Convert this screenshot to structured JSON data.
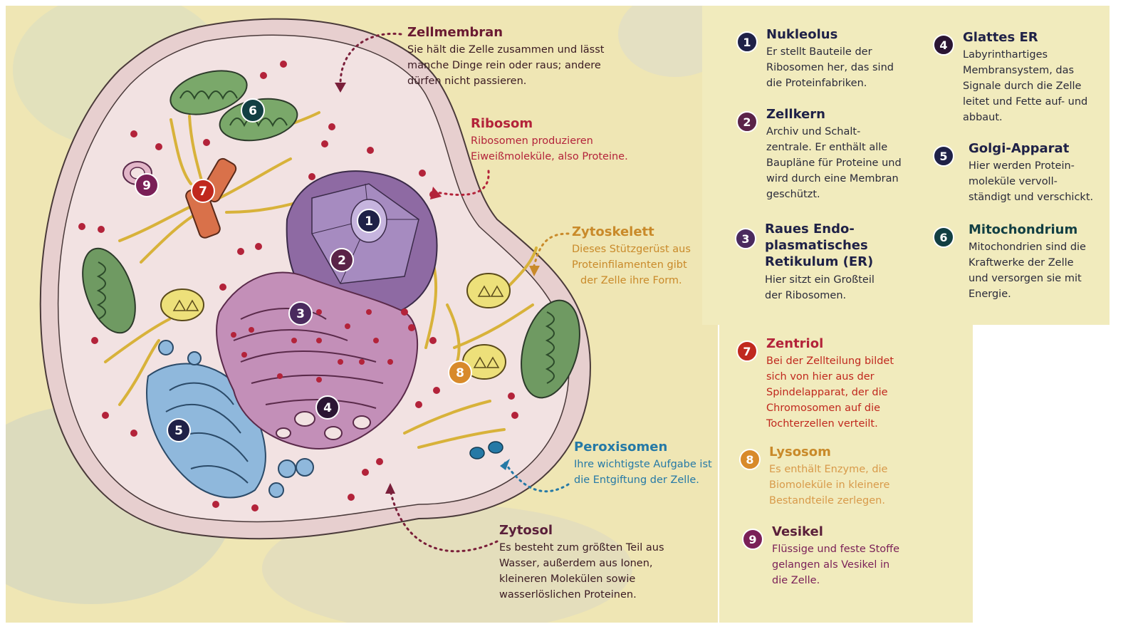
{
  "callouts": {
    "zellmembran": {
      "title": "Zellmembran",
      "text": [
        "Sie hält die Zelle zusammen und lässt",
        "manche Dinge rein oder raus; andere",
        "dürfen nicht passieren."
      ]
    },
    "ribosom": {
      "title": "Ribosom",
      "text": [
        "Ribosomen produzieren",
        "Eiweißmoleküle, also Proteine."
      ]
    },
    "zytoskelett": {
      "title": "Zytoskelett",
      "text": [
        "Dieses Stützgerüst aus",
        "Proteinfilamenten gibt",
        "der Zelle ihre Form."
      ]
    },
    "peroxisomen": {
      "title": "Peroxisomen",
      "text": [
        "Ihre wichtigste Aufgabe ist",
        "die Entgiftung der Zelle."
      ]
    },
    "zytosol": {
      "title": "Zytosol",
      "text": [
        "Es besteht zum größten Teil aus",
        "Wasser, außerdem aus Ionen,",
        "kleineren Molekülen sowie",
        "wasserlöslichen Proteinen."
      ]
    }
  },
  "legend": [
    {
      "num": "1",
      "title": "Nukleolus",
      "text": [
        "Er stellt Bauteile der",
        "Ribosomen her, das sind",
        "die Proteinfabriken."
      ]
    },
    {
      "num": "2",
      "title": "Zellkern",
      "text": [
        "Archiv und Schalt-",
        "zentrale. Er enthält alle",
        "Baupläne für Proteine und",
        "wird durch eine Membran",
        "geschützt."
      ]
    },
    {
      "num": "3",
      "title": "Raues Endo-\nplasmatisches\nRetikulum (ER)",
      "text": [
        "Hier sitzt ein Großteil",
        "der Ribosomen."
      ]
    },
    {
      "num": "4",
      "title": "Glattes ER",
      "text": [
        "Labyrinthartiges",
        "Membransystem, das",
        "Signale durch die Zelle",
        "leitet und Fette auf- und",
        "abbaut."
      ]
    },
    {
      "num": "5",
      "title": "Golgi-Apparat",
      "text": [
        "Hier werden Protein-",
        "moleküle vervoll-",
        "ständigt und verschickt."
      ]
    },
    {
      "num": "6",
      "title": "Mitochondrium",
      "text": [
        "Mitochondrien sind die",
        "Kraftwerke der Zelle",
        "und versorgen sie mit",
        "Energie."
      ]
    },
    {
      "num": "7",
      "title": "Zentriol",
      "text": [
        "Bei der Zellteilung bildet",
        "sich von hier aus der",
        "Spindelapparat, der die",
        "Chromosomen auf die",
        "Tochterzellen verteilt."
      ]
    },
    {
      "num": "8",
      "title": "Lysosom",
      "text": [
        "Es enthält Enzyme, die",
        "Biomoleküle in kleinere",
        "Bestandteile zerlegen."
      ]
    },
    {
      "num": "9",
      "title": "Vesikel",
      "text": [
        "Flüssige und feste Stoffe",
        "gelangen als Vesikel in",
        "die Zelle."
      ]
    }
  ],
  "colors": {
    "navy": "#1f2147",
    "plum": "#5a2348",
    "purple": "#4a2a5e",
    "teal": "#123f43",
    "red": "#c0281e",
    "orange": "#d88a2a",
    "magenta": "#7a1f57",
    "ribosome": "#b3233a",
    "peroxisome": "#2579a6",
    "zytosol": "#5a1f3a",
    "zytoskelett": "#c98a2a"
  }
}
